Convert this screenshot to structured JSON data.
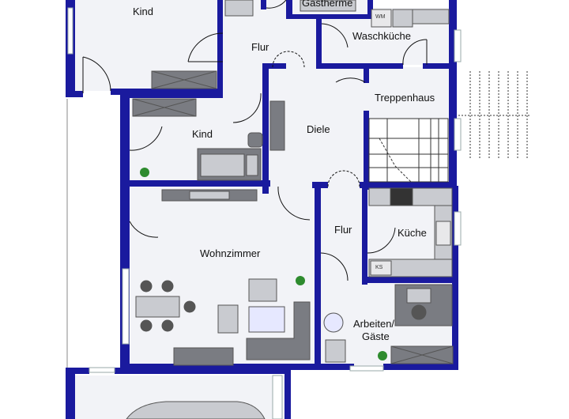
{
  "rooms": {
    "kind_top": "Kind",
    "gastherme": "Gastherme",
    "waschkueche": "Waschküche",
    "flur_top": "Flur",
    "treppenhaus": "Treppenhaus",
    "diele": "Diele",
    "kind_mid": "Kind",
    "flur_lower": "Flur",
    "kueche": "Küche",
    "wohnzimmer": "Wohnzimmer",
    "arbeiten_line1": "Arbeiten/",
    "arbeiten_line2": "Gäste"
  },
  "appliances": {
    "wm": "WM",
    "ks": "KS"
  },
  "colors": {
    "wall": "#1a1a9e",
    "floor": "#f2f3f7",
    "furniture_dark": "#7a7c82",
    "furniture_light": "#c9cbd0",
    "plant": "#2e8b2e"
  }
}
